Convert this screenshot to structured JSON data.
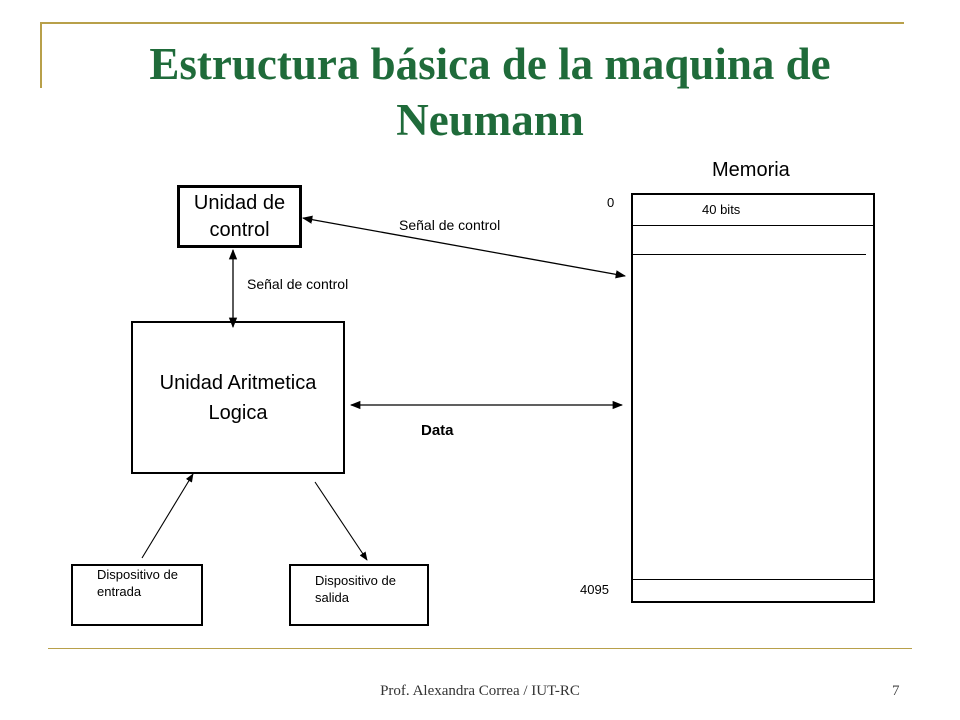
{
  "slide": {
    "title": "Estructura básica de la maquina de Neumann",
    "footer": "Prof. Alexandra Correa / IUT-RC",
    "page_number": "7"
  },
  "diagram": {
    "control_unit": "Unidad de control",
    "alu": "Unidad Aritmetica Logica",
    "input_device": "Dispositivo de entrada",
    "output_device": "Dispositivo de salida",
    "memory": {
      "label": "Memoria",
      "first_address": "0",
      "last_address": "4095",
      "word_size": "40 bits"
    },
    "signal_cu_memory": "Señal de control",
    "signal_cu_alu": "Señal de control",
    "data_bus": "Data"
  },
  "colors": {
    "title": "#1f6b3a",
    "frame_accent": "#b8a04a"
  }
}
